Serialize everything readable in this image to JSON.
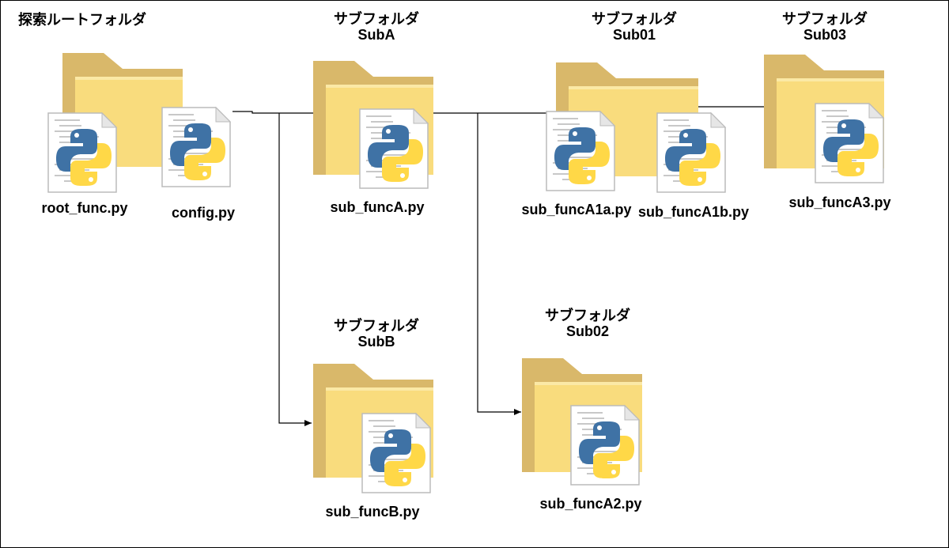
{
  "root": {
    "title": "探索ルートフォルダ"
  },
  "root_files": {
    "root_func": "root_func.py",
    "config": "config.py"
  },
  "subA": {
    "caption": "サブフォルダ",
    "name": "SubA",
    "file": "sub_funcA.py"
  },
  "sub01": {
    "caption": "サブフォルダ",
    "name": "Sub01",
    "file_a": "sub_funcA1a.py",
    "file_b": "sub_funcA1b.py"
  },
  "sub03": {
    "caption": "サブフォルダ",
    "name": "Sub03",
    "file": "sub_funcA3.py"
  },
  "subB": {
    "caption": "サブフォルダ",
    "name": "SubB",
    "file": "sub_funcB.py"
  },
  "sub02": {
    "caption": "サブフォルダ",
    "name": "Sub02",
    "file": "sub_funcA2.py"
  },
  "colors": {
    "folder_back": "#d9b86a",
    "folder_front": "#f9dc7d",
    "python_blue": "#3f72a5",
    "python_yellow": "#ffd847",
    "connector": "#000000"
  }
}
